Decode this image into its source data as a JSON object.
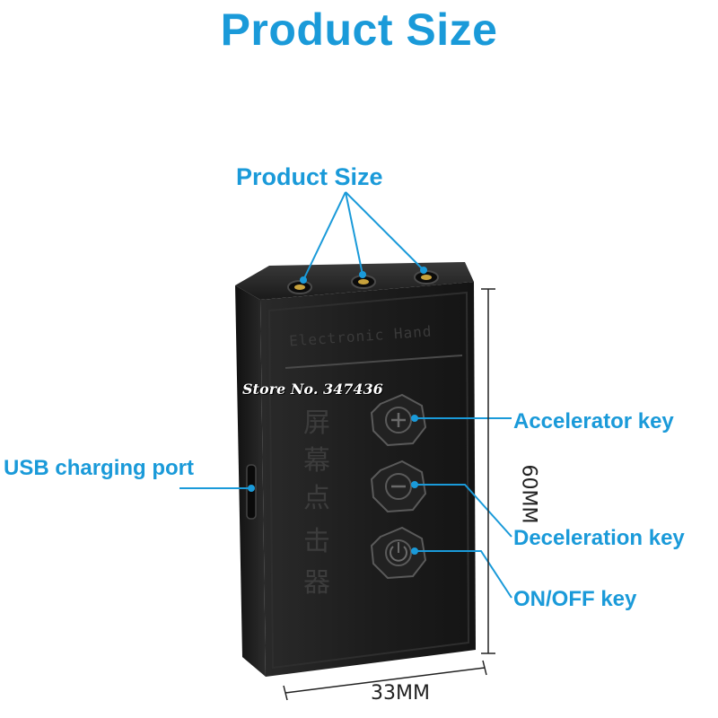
{
  "title": "Product Size",
  "labels": {
    "top": "Product Size",
    "accelerator": "Accelerator key",
    "usb": "USB charging port",
    "deceleration": "Deceleration key",
    "onoff": "ON/OFF key"
  },
  "dimensions": {
    "width": "33MM",
    "height": "60MM"
  },
  "device": {
    "brand": "Electronic Hand",
    "chars": [
      "屏",
      "幕",
      "点",
      "击",
      "器"
    ]
  },
  "watermark": "Store No. 347436",
  "colors": {
    "label": "#1a9ad9",
    "device": "#1e1e1e"
  }
}
